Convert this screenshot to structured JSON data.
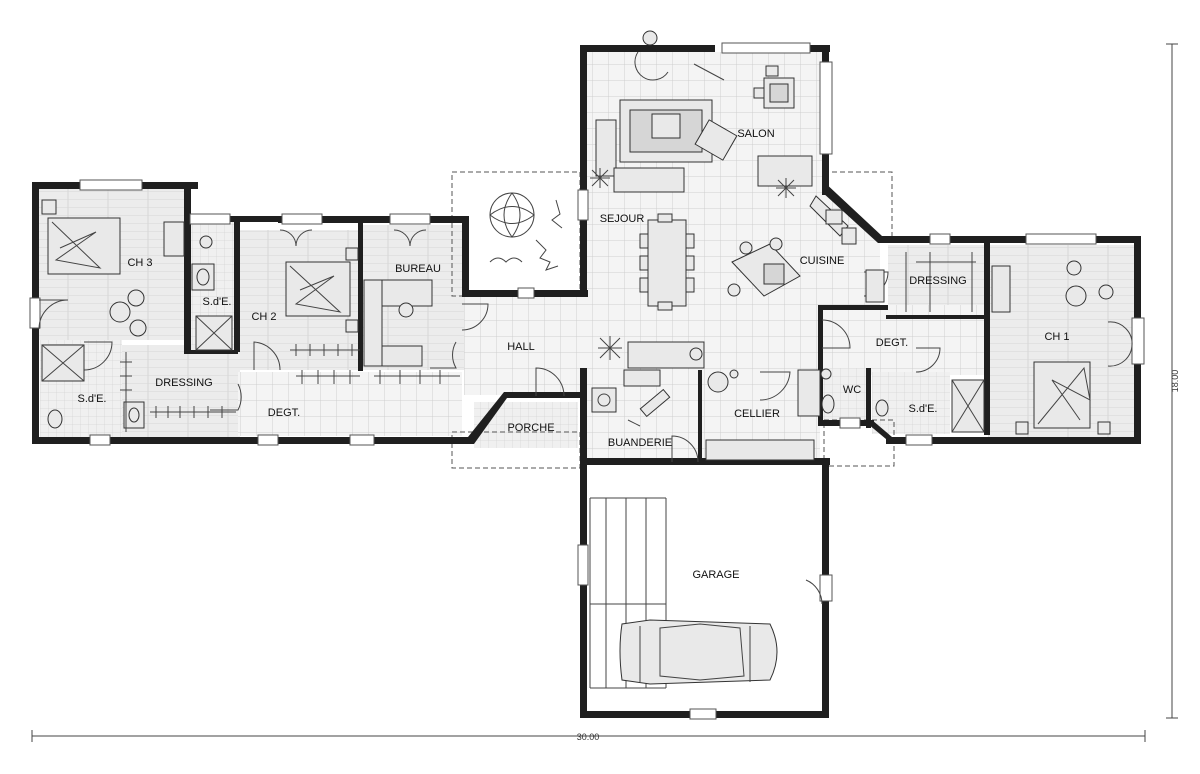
{
  "rooms": {
    "salon": "SALON",
    "sejour": "SEJOUR",
    "cuisine": "CUISINE",
    "ch3": "CH 3",
    "ch2": "CH 2",
    "ch1": "CH 1",
    "bureau": "BUREAU",
    "sde_ch3": "S.d'E.",
    "sde_left": "S.d'E.",
    "sde_right": "S.d'E.",
    "dressing_left": "DRESSING",
    "dressing_right": "DRESSING",
    "degt_left": "DEGT.",
    "degt_right": "DEGT.",
    "hall": "HALL",
    "porche": "PORCHE",
    "buanderie": "BUANDERIE",
    "cellier": "CELLIER",
    "wc": "WC",
    "garage": "GARAGE"
  },
  "dimensions": {
    "width": "30.00",
    "height": "18.00"
  },
  "colors": {
    "wall": "#1f1f1f",
    "floor": "#f3f3f3",
    "tile_line": "#cfcfcf"
  }
}
